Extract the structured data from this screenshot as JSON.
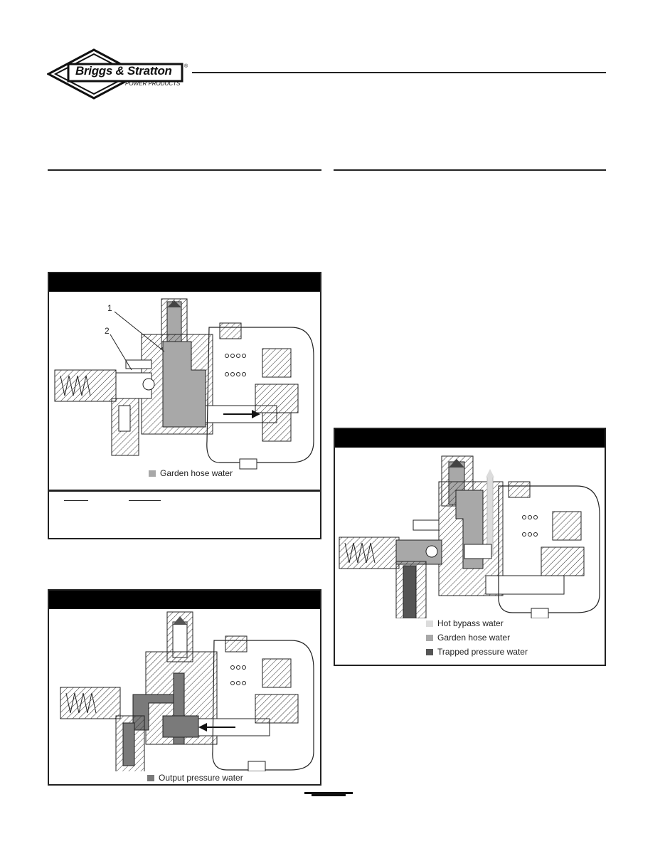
{
  "header": {
    "brand_name": "Briggs & Stratton",
    "registered_mark": "®",
    "brand_subtitle": "POWER PRODUCTS"
  },
  "figures": [
    {
      "id": "fig1",
      "title": "",
      "callouts": [
        {
          "label": "1"
        },
        {
          "label": "2"
        }
      ],
      "flow_arrow": "right",
      "legend": [
        {
          "label": "Garden hose water",
          "color": "#a8a8a8"
        }
      ]
    },
    {
      "id": "fig2",
      "title": "",
      "flow_arrow": "left",
      "legend": [
        {
          "label": "Output pressure water",
          "color": "#7a7a7a"
        }
      ]
    },
    {
      "id": "fig3",
      "title": "",
      "legend": [
        {
          "label": "Hot bypass water",
          "color": "#dcdcdc"
        },
        {
          "label": "Garden hose water",
          "color": "#a8a8a8"
        },
        {
          "label": "Trapped pressure water",
          "color": "#555555"
        }
      ]
    }
  ],
  "colors": {
    "rule": "#222222",
    "title_bar": "#000000",
    "hatch": "#333333"
  }
}
